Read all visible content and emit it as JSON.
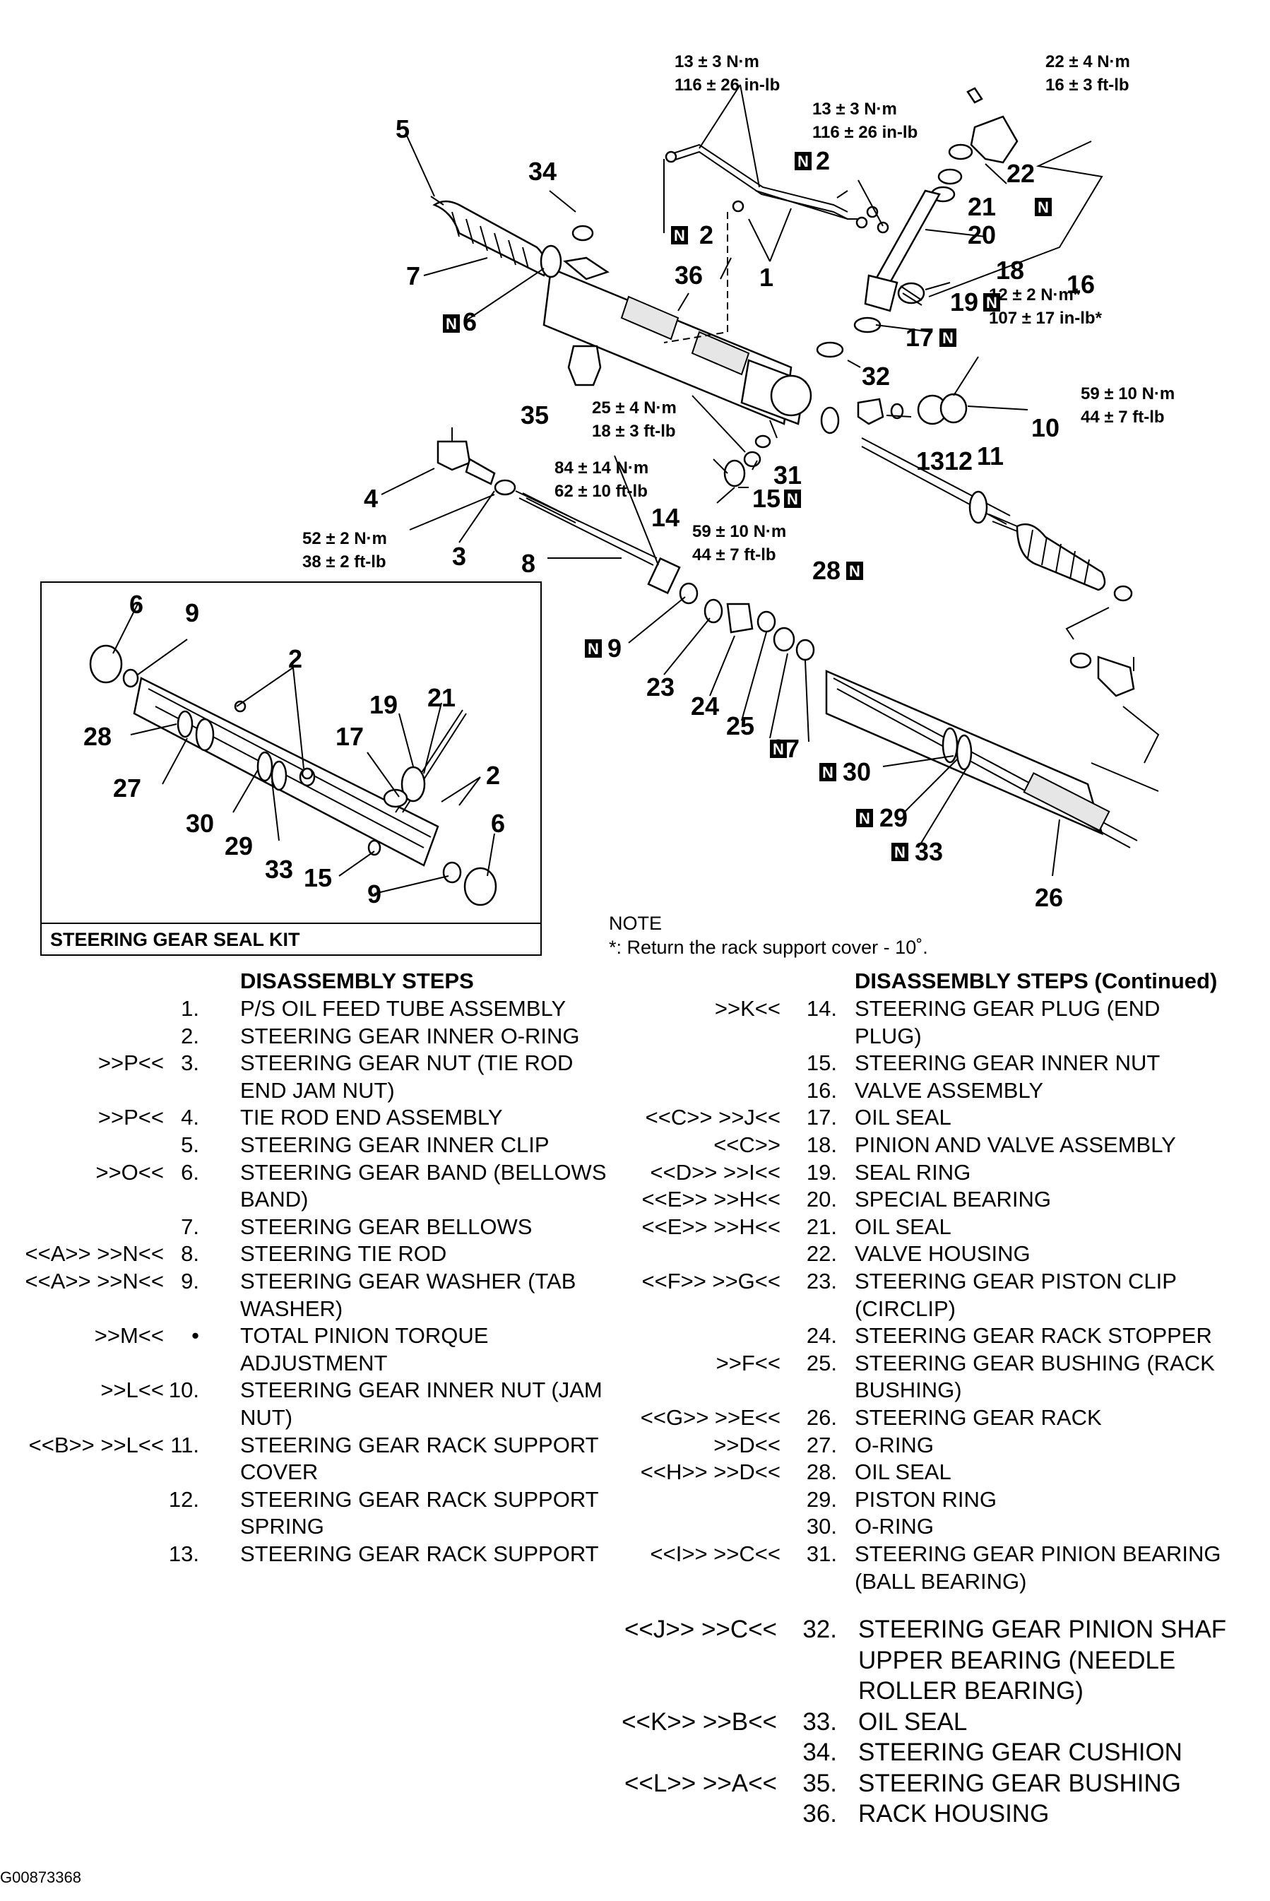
{
  "figure_id": "G00873368",
  "seal_kit_caption": "STEERING GEAR SEAL KIT",
  "note": {
    "title": "NOTE",
    "text": "*: Return the rack support cover - 10˚."
  },
  "n_mark": "N",
  "torques": {
    "t1a": "13 ± 3 N·m",
    "t1b": "116 ± 26 in-lb",
    "t2a": "13 ± 3 N·m",
    "t2b": "116 ± 26 in-lb",
    "t3a": "22 ± 4 N·m",
    "t3b": "16 ± 3 ft-lb",
    "t4a": "12 ± 2 N·m*",
    "t4b": "107 ± 17 in-lb*",
    "t5a": "59 ± 10 N·m",
    "t5b": "44 ± 7 ft-lb",
    "t6a": "25 ± 4 N·m",
    "t6b": "18 ± 3 ft-lb",
    "t7a": "84 ± 14 N·m",
    "t7b": "62 ± 10 ft-lb",
    "t8a": "59 ± 10 N·m",
    "t8b": "44 ± 7 ft-lb",
    "t9a": "52 ± 2 N·m",
    "t9b": "38 ± 2 ft-lb"
  },
  "callouts": {
    "c1": "1",
    "c2a": "2",
    "c2b": "2",
    "c3": "3",
    "c4": "4",
    "c5": "5",
    "c6": "6",
    "c7": "7",
    "c8": "8",
    "c9": "9",
    "c10": "10",
    "c11": "11",
    "c12": "12",
    "c13": "13",
    "c14": "14",
    "c15": "15",
    "c16": "16",
    "c17": "17",
    "c18": "18",
    "c19": "19",
    "c20": "20",
    "c21": "21",
    "c22": "22",
    "c23": "23",
    "c24": "24",
    "c25": "25",
    "c26": "26",
    "c27": "27",
    "c28": "28",
    "c29": "29",
    "c30": "30",
    "c31": "31",
    "c32": "32",
    "c33": "33",
    "c34": "34",
    "c35": "35",
    "c36": "36"
  },
  "kit_callouts": {
    "k6a": "6",
    "k9a": "9",
    "k2a": "2",
    "k19": "19",
    "k21": "21",
    "k28": "28",
    "k17": "17",
    "k2b": "2",
    "k27": "27",
    "k30": "30",
    "k29": "29",
    "k33": "33",
    "k15": "15",
    "k9b": "9",
    "k6b": "6"
  },
  "steps_left": {
    "header": "DISASSEMBLY STEPS",
    "rows": [
      {
        "mark": "",
        "num": "1.",
        "text": "P/S OIL FEED TUBE ASSEMBLY"
      },
      {
        "mark": "",
        "num": "2.",
        "text": "STEERING GEAR INNER O-RING"
      },
      {
        "mark": ">>P<<",
        "num": "3.",
        "text": "STEERING GEAR NUT (TIE ROD\nEND JAM NUT)"
      },
      {
        "mark": ">>P<<",
        "num": "4.",
        "text": "TIE ROD END ASSEMBLY"
      },
      {
        "mark": "",
        "num": "5.",
        "text": "STEERING GEAR INNER CLIP"
      },
      {
        "mark": ">>O<<",
        "num": "6.",
        "text": "STEERING GEAR BAND (BELLOWS\nBAND)"
      },
      {
        "mark": "",
        "num": "7.",
        "text": "STEERING GEAR BELLOWS"
      },
      {
        "mark": "<<A>>  >>N<<",
        "num": "8.",
        "text": "STEERING TIE ROD"
      },
      {
        "mark": "<<A>>  >>N<<",
        "num": "9.",
        "text": "STEERING GEAR WASHER (TAB\nWASHER)"
      },
      {
        "mark": ">>M<<",
        "num": "•",
        "text": "TOTAL PINION TORQUE\nADJUSTMENT"
      },
      {
        "mark": ">>L<<",
        "num": "10.",
        "text": "STEERING GEAR INNER NUT (JAM\nNUT)"
      },
      {
        "mark": "<<B>>  >>L<<",
        "num": "11.",
        "text": "STEERING GEAR RACK SUPPORT\nCOVER"
      },
      {
        "mark": "",
        "num": "12.",
        "text": "STEERING GEAR RACK SUPPORT\nSPRING"
      },
      {
        "mark": "",
        "num": "13.",
        "text": "STEERING GEAR RACK SUPPORT"
      }
    ]
  },
  "steps_right": {
    "header": "DISASSEMBLY STEPS (Continued)",
    "rows": [
      {
        "mark": ">>K<<",
        "num": "14.",
        "text": "STEERING GEAR PLUG (END\nPLUG)"
      },
      {
        "mark": "",
        "num": "15.",
        "text": "STEERING GEAR INNER NUT"
      },
      {
        "mark": "",
        "num": "16.",
        "text": "VALVE ASSEMBLY"
      },
      {
        "mark": "<<C>>  >>J<<",
        "num": "17.",
        "text": "OIL SEAL"
      },
      {
        "mark": "<<C>>",
        "num": "18.",
        "text": "PINION AND VALVE ASSEMBLY"
      },
      {
        "mark": "<<D>>  >>I<<",
        "num": "19.",
        "text": "SEAL RING"
      },
      {
        "mark": "<<E>>  >>H<<",
        "num": "20.",
        "text": "SPECIAL BEARING"
      },
      {
        "mark": "<<E>>  >>H<<",
        "num": "21.",
        "text": "OIL SEAL"
      },
      {
        "mark": "",
        "num": "22.",
        "text": "VALVE HOUSING"
      },
      {
        "mark": "<<F>>  >>G<<",
        "num": "23.",
        "text": "STEERING GEAR PISTON CLIP\n(CIRCLIP)"
      },
      {
        "mark": "",
        "num": "24.",
        "text": "STEERING GEAR RACK STOPPER"
      },
      {
        "mark": ">>F<<",
        "num": "25.",
        "text": "STEERING GEAR BUSHING (RACK\nBUSHING)"
      },
      {
        "mark": "<<G>>  >>E<<",
        "num": "26.",
        "text": "STEERING GEAR RACK"
      },
      {
        "mark": ">>D<<",
        "num": "27.",
        "text": "O-RING"
      },
      {
        "mark": "<<H>>  >>D<<",
        "num": "28.",
        "text": "OIL SEAL"
      },
      {
        "mark": "",
        "num": "29.",
        "text": "PISTON RING"
      },
      {
        "mark": "",
        "num": "30.",
        "text": "O-RING"
      },
      {
        "mark": "<<I>>   >>C<<",
        "num": "31.",
        "text": "STEERING GEAR PINION BEARING\n(BALL BEARING)"
      }
    ]
  },
  "steps_right_large": {
    "rows": [
      {
        "mark": "<<J>>  >>C<<",
        "num": "32.",
        "text": "STEERING GEAR PINION SHAF\nUPPER BEARING (NEEDLE\nROLLER BEARING)"
      },
      {
        "mark": "<<K>>  >>B<<",
        "num": "33.",
        "text": "OIL SEAL"
      },
      {
        "mark": "",
        "num": "34.",
        "text": "STEERING GEAR CUSHION"
      },
      {
        "mark": "<<L>>  >>A<<",
        "num": "35.",
        "text": "STEERING GEAR BUSHING"
      },
      {
        "mark": "",
        "num": "36.",
        "text": "RACK HOUSING"
      }
    ]
  }
}
